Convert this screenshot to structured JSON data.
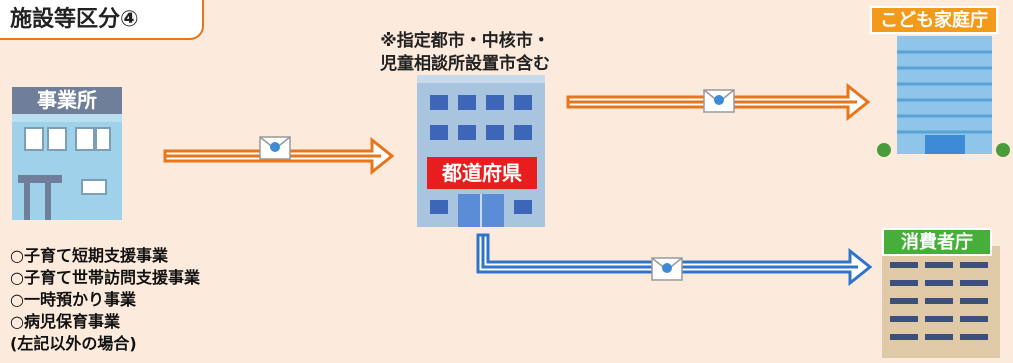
{
  "title": "施設等区分④",
  "note_line1": "※指定都市・中核市・",
  "note_line2": "児童相談所設置市含む",
  "jigyosho_label": "事業所",
  "todofuken_label": "都道府県",
  "kodomo_label": "こども家庭庁",
  "shohisha_label": "消費者庁",
  "services": [
    "○子育て短期支援事業",
    "○子育て世帯訪問支援事業",
    "○一時預かり事業",
    "○病児保育事業",
    "(左記以外の場合)"
  ],
  "colors": {
    "orange_arrow": "#e8751a",
    "blue_arrow": "#2e74c8",
    "background": "#fcebdd"
  },
  "icons": [
    "office-building-icon",
    "prefecture-building-icon",
    "agency-building-icon",
    "consumer-agency-building-icon",
    "email-icon"
  ]
}
